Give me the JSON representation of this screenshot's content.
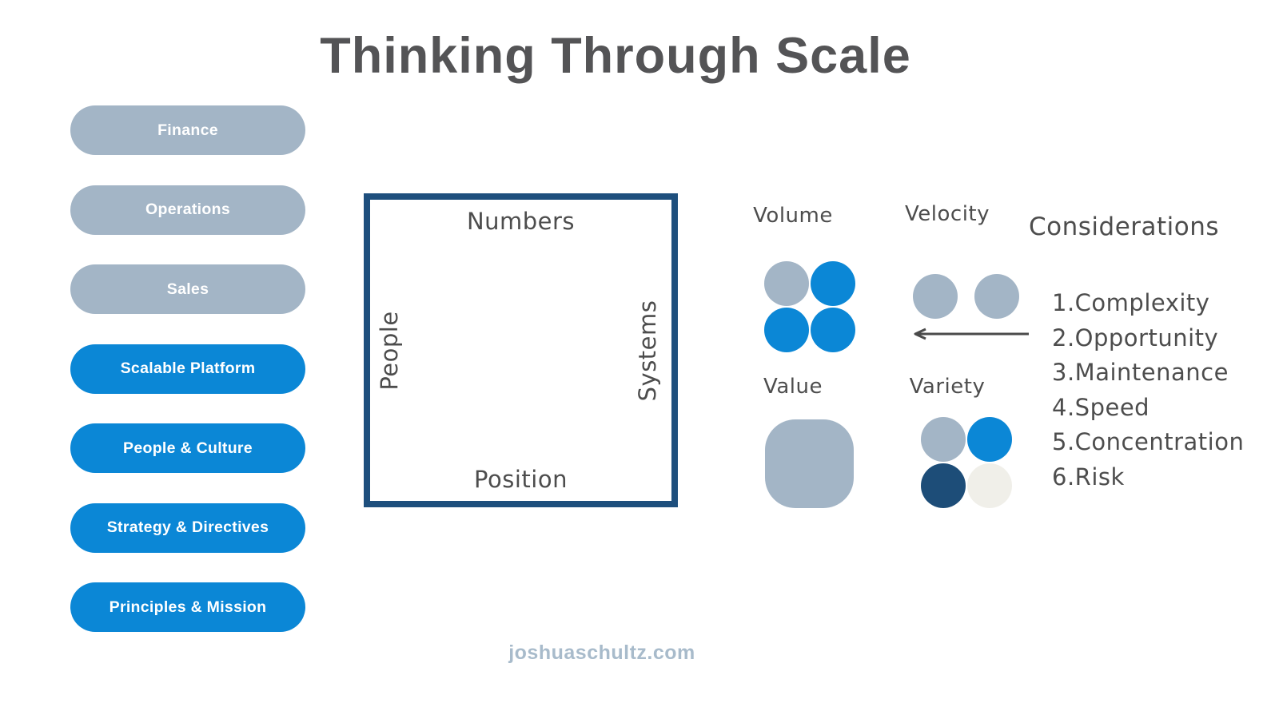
{
  "title": "Thinking Through Scale",
  "footer": "joshuaschultz.com",
  "colors": {
    "gray": "#a3b5c6",
    "blue": "#0b87d6",
    "navy": "#1d4d78",
    "offwhite": "#f0efe9",
    "title_text": "#545456",
    "hand_text": "#4d4d4d",
    "square_border": "#1e4f7d",
    "arrow": "#4a4a4a",
    "footer_text": "#a8bbcb"
  },
  "pills": [
    {
      "label": "Finance",
      "variant": "gray"
    },
    {
      "label": "Operations",
      "variant": "gray"
    },
    {
      "label": "Sales",
      "variant": "gray"
    },
    {
      "label": "Scalable Platform",
      "variant": "blue"
    },
    {
      "label": "People & Culture",
      "variant": "blue"
    },
    {
      "label": "Strategy & Directives",
      "variant": "blue"
    },
    {
      "label": "Principles & Mission",
      "variant": "blue"
    }
  ],
  "matrix": {
    "top": "Numbers",
    "left": "People",
    "right": "Systems",
    "bottom": "Position"
  },
  "four_vs": {
    "volume": {
      "label": "Volume",
      "dots": [
        "gray",
        "blue",
        "blue",
        "blue"
      ]
    },
    "velocity": {
      "label": "Velocity",
      "dots": [
        "gray",
        "gray"
      ],
      "arrow_direction": "left"
    },
    "value": {
      "label": "Value",
      "shape_color": "gray"
    },
    "variety": {
      "label": "Variety",
      "dots": [
        "gray",
        "blue",
        "navy",
        "offwhite"
      ]
    }
  },
  "considerations": {
    "title": "Considerations",
    "items": [
      "1.Complexity",
      "2.Opportunity",
      "3.Maintenance",
      "4.Speed",
      "5.Concentration",
      "6.Risk"
    ]
  }
}
